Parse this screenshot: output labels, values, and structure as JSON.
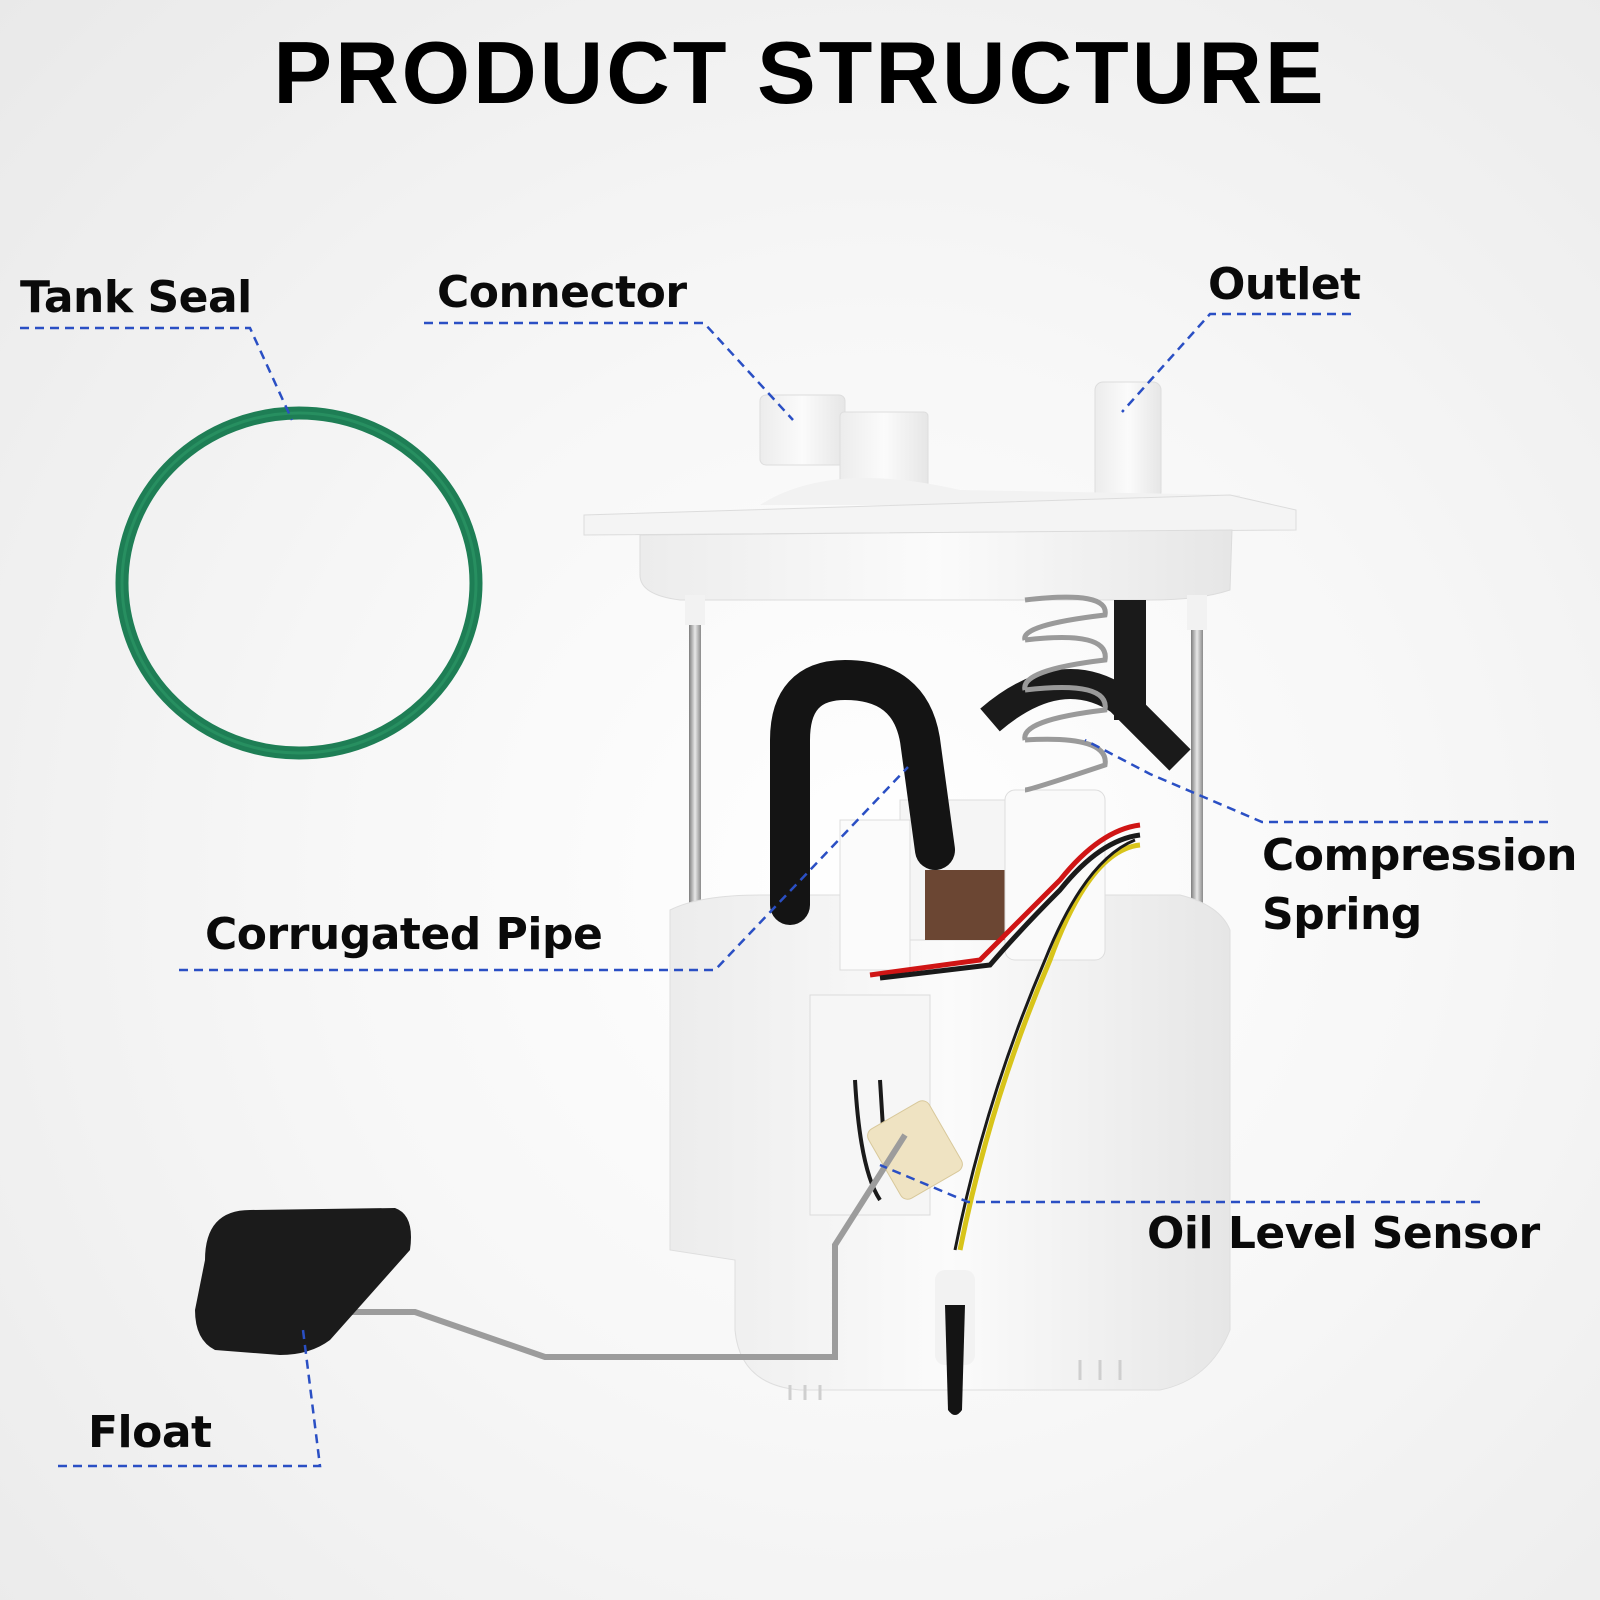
{
  "title": "PRODUCT STRUCTURE",
  "labels": {
    "tank_seal": "Tank Seal",
    "connector": "Connector",
    "outlet": "Outlet",
    "compression_spring_line1": "Compression",
    "compression_spring_line2": "Spring",
    "corrugated_pipe": "Corrugated Pipe",
    "oil_level_sensor": "Oil Level Sensor",
    "float": "Float"
  },
  "colors": {
    "leader_line": "#2a4fc4",
    "seal_green": "#1f8a5a",
    "text": "#0a0a0a"
  }
}
